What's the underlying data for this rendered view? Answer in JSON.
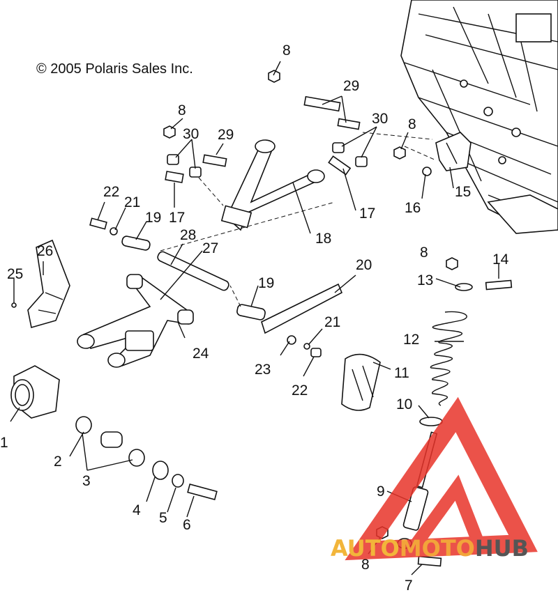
{
  "copyright": "© 2005 Polaris Sales Inc.",
  "watermark": {
    "part1": "AUTO",
    "part2": "MOTO",
    "part3": "HUB",
    "colors": {
      "auto": "#f2b53a",
      "moto": "#f2a43a",
      "hub": "#555555",
      "logo": "#e8342a"
    }
  },
  "labels": {
    "l1": "1",
    "l2": "2",
    "l3": "3",
    "l4": "4",
    "l5": "5",
    "l6": "6",
    "l7": "7",
    "l8a": "8",
    "l8b": "8",
    "l8c": "8",
    "l8d": "8",
    "l8e": "8",
    "l9": "9",
    "l10": "10",
    "l11": "11",
    "l12": "12",
    "l13": "13",
    "l14": "14",
    "l15": "15",
    "l16": "16",
    "l17a": "17",
    "l17b": "17",
    "l18": "18",
    "l19a": "19",
    "l19b": "19",
    "l20": "20",
    "l21a": "21",
    "l21b": "21",
    "l22a": "22",
    "l22b": "22",
    "l23": "23",
    "l24": "24",
    "l25": "25",
    "l26": "26",
    "l27": "27",
    "l28": "28",
    "l29a": "29",
    "l29b": "29",
    "l30a": "30",
    "l30b": "30"
  }
}
